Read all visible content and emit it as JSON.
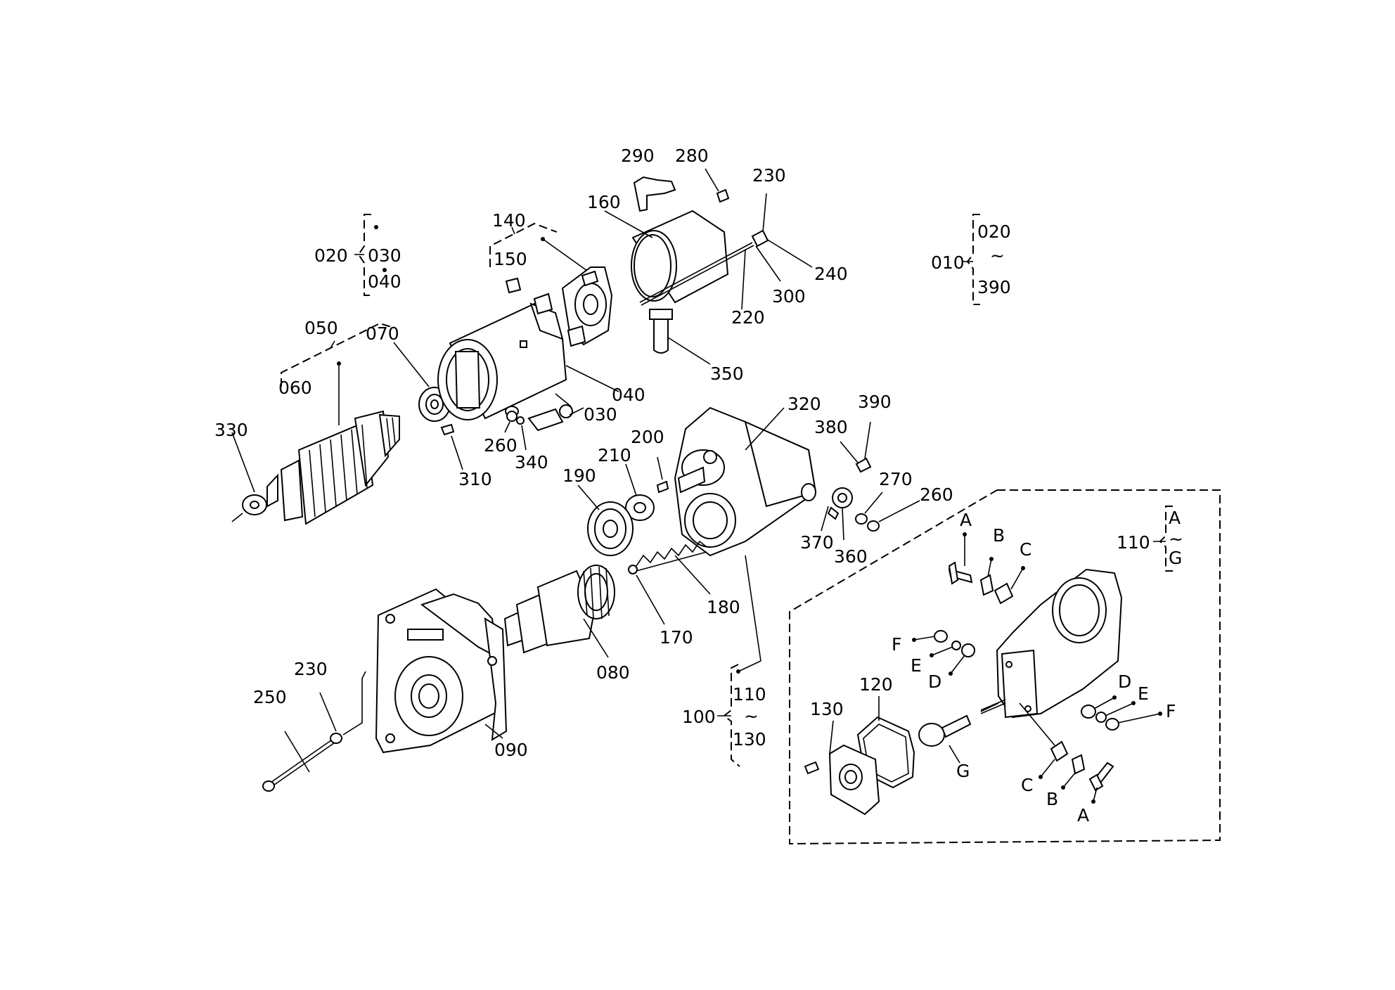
{
  "labels": {
    "l010": "010",
    "l020a": "020",
    "l020b": "020",
    "l030a": "030",
    "l030b": "030",
    "l040a": "040",
    "l040b": "040",
    "l050": "050",
    "l060": "060",
    "l070": "070",
    "l080": "080",
    "l090": "090",
    "l100": "100",
    "l110a": "110",
    "l110b": "110",
    "l120": "120",
    "l130a": "130",
    "l130b": "130",
    "l140": "140",
    "l150": "150",
    "l160": "160",
    "l170": "170",
    "l180": "180",
    "l190": "190",
    "l200": "200",
    "l210": "210",
    "l220": "220",
    "l230a": "230",
    "l230b": "230",
    "l240": "240",
    "l250": "250",
    "l260a": "260",
    "l260b": "260",
    "l270": "270",
    "l280": "280",
    "l290": "290",
    "l300": "300",
    "l310": "310",
    "l320": "320",
    "l330": "330",
    "l340": "340",
    "l350": "350",
    "l360": "360",
    "l370": "370",
    "l380": "380",
    "l390a": "390",
    "l390b": "390",
    "gA1": "A",
    "gA2": "A",
    "gA3": "A",
    "gB1": "B",
    "gB2": "B",
    "gC1": "C",
    "gC2": "C",
    "gD1": "D",
    "gD2": "D",
    "gE1": "E",
    "gE2": "E",
    "gF1": "F",
    "gF2": "F",
    "gG1": "G",
    "gG2": "G"
  }
}
